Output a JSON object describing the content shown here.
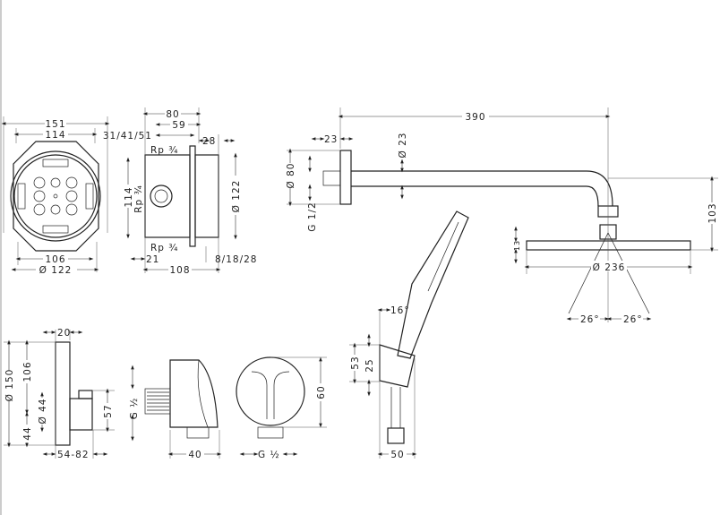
{
  "mounting_box_front": {
    "w_outer": "151",
    "w_inner": "114",
    "w_bottom": "106",
    "dia": "Ø 122"
  },
  "mounting_box_side": {
    "depth": "80",
    "d59": "59",
    "d_var": "31/41/51",
    "d28": "28",
    "rp_top": "Rp ¾",
    "height": "114",
    "rp_mid": "Rp ¾",
    "dia": "Ø 122",
    "rp_bottom": "Rp ¾",
    "d21": "21",
    "d_var2": "8/18/28",
    "d108": "108"
  },
  "trim": {
    "d20": "20",
    "dia150": "Ø 150",
    "h106": "106",
    "dia44": "Ø 44",
    "h44": "44",
    "h57": "57",
    "range": "54-82"
  },
  "wall_outlet": {
    "thread": "G ½",
    "depth": "40"
  },
  "wall_outlet_front": {
    "h60": "60",
    "thread": "G ½"
  },
  "shower_arm": {
    "length": "390",
    "d23": "23",
    "dia23": "Ø 23",
    "dia80": "Ø 80",
    "thread": "G 1/2",
    "h103": "103"
  },
  "overhead_shower": {
    "h13": "13",
    "dia": "Ø 236",
    "angle_left": "26°",
    "angle_right": "26°"
  },
  "hand_shower": {
    "angle": "16°",
    "h53": "53",
    "h25": "25",
    "w50": "50"
  }
}
